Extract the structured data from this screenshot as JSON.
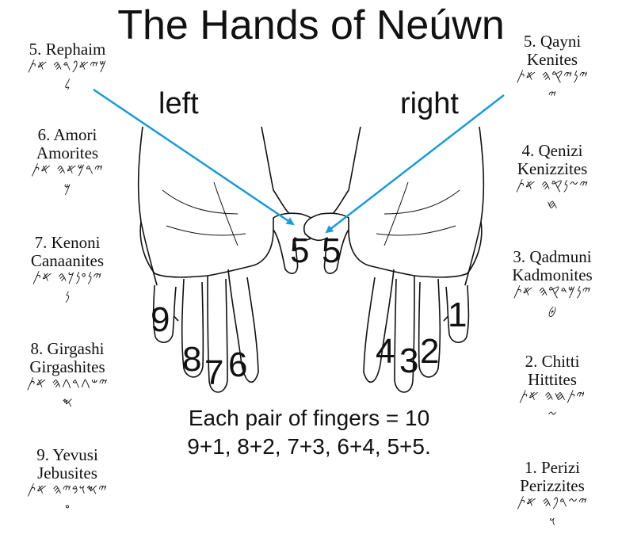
{
  "title": "The Hands of Neúwn",
  "labels": {
    "left": "left",
    "right": "right"
  },
  "caption": {
    "line1": "Each pair of fingers = 10",
    "line2": "9+1, 8+2, 7+3, 6+4, 5+5."
  },
  "left_nations": [
    {
      "num": "5. Rephaim",
      "english": "",
      "hebrew": "𐤌𐤉𐤀𐤐𐤓𐤄 𐤀𐤕",
      "letter": "𐤋"
    },
    {
      "num": "6.  Amori",
      "english": "Amorites",
      "hebrew": "𐤉𐤓𐤌𐤀𐤄 𐤀𐤕",
      "letter": "𐤌"
    },
    {
      "num": "7.  Kenoni",
      "english": "Canaanites",
      "hebrew": "𐤉𐤍𐤏𐤍𐤊𐤄 𐤀𐤕",
      "letter": "𐤍"
    },
    {
      "num": "8.  Girgashi",
      "english": "Girgashites",
      "hebrew": "𐤉𐤔𐤂𐤓𐤂𐤄 𐤀𐤕",
      "letter": "𐤎"
    },
    {
      "num": "9.  Yevusi",
      "english": "Jebusites",
      "hebrew": "𐤉𐤎𐤅𐤁𐤉𐤄 𐤀𐤕",
      "letter": "𐤏"
    }
  ],
  "right_nations": [
    {
      "num": "5. Qayni",
      "english": "Kenites",
      "hebrew": "𐤉𐤍𐤉𐤒𐤄 𐤀𐤕",
      "letter": "𐤉"
    },
    {
      "num": "4. Qenizi",
      "english": "Kenizzites",
      "hebrew": "𐤉𐤆𐤍𐤒𐤄 𐤀𐤕",
      "letter": "𐤇"
    },
    {
      "num": "3. Qadmuni",
      "english": "Kadmonites",
      "hebrew": "𐤉𐤍𐤌𐤃𐤒𐤄 𐤀𐤕",
      "letter": "𐤈"
    },
    {
      "num": "2. Chitti",
      "english": "Hittites",
      "hebrew": "𐤉𐤕𐤇𐤄 𐤀𐤕",
      "letter": "𐤆"
    },
    {
      "num": "1. Perizi",
      "english": "Perizzites",
      "hebrew": "𐤉𐤆𐤓𐤐𐤄 𐤀𐤕",
      "letter": "𐤅"
    }
  ],
  "finger_numbers": {
    "left": [
      "5",
      "6",
      "7",
      "8",
      "9"
    ],
    "right": [
      "5",
      "4",
      "3",
      "2",
      "1"
    ]
  },
  "arrow_color": "#1a9ad6"
}
